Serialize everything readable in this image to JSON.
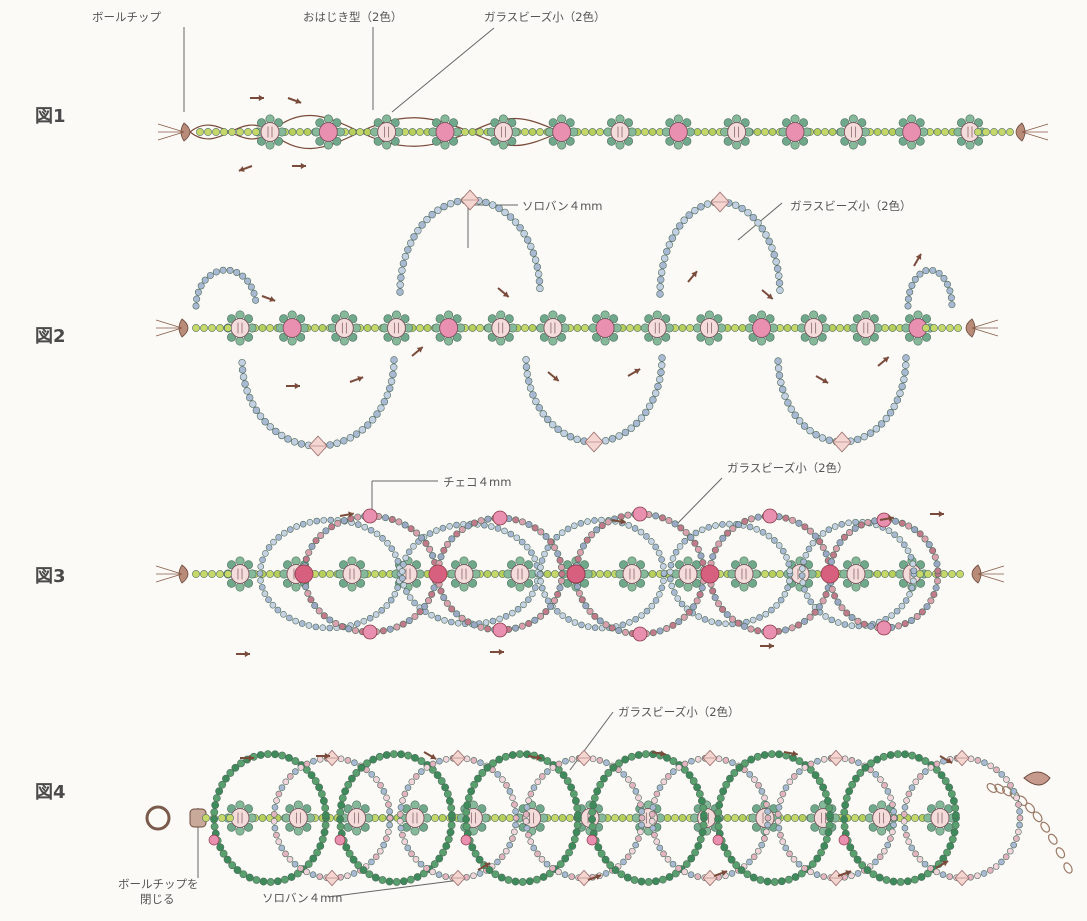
{
  "figures": [
    {
      "label": "図1",
      "callouts": [
        "ボールチップ",
        "おはじき型（2色）",
        "ガラスビーズ小（2色）"
      ]
    },
    {
      "label": "図2",
      "callouts": [
        "ソロバン４mm",
        "ガラスビーズ小（2色）"
      ]
    },
    {
      "label": "図3",
      "callouts": [
        "チェコ４mm",
        "ガラスビーズ小（2色）"
      ]
    },
    {
      "label": "図4",
      "callouts": [
        "ガラスビーズ小（2色）",
        "ボールチップを\n閉じる",
        "ソロバン４mm"
      ]
    }
  ],
  "colors": {
    "green": "#6fa88a",
    "lime": "#c7d86a",
    "pink": "#e98fb0",
    "pale": "#f3dcd9",
    "blue": "#a9b9d4",
    "thread": "#7a4b3a",
    "darkgreen": "#3f8a5a",
    "maroon": "#8b3b4a"
  }
}
